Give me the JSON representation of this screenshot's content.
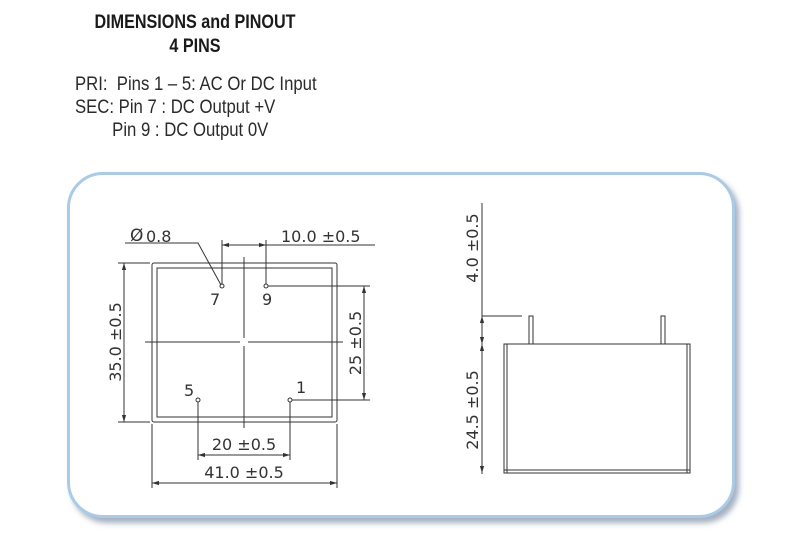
{
  "header": {
    "title_line1": "DIMENSIONS and PINOUT",
    "title_line2": "4 PINS"
  },
  "pinout": [
    "PRI:  Pins 1 – 5: AC Or DC Input",
    "SEC: Pin 7 : DC Output +V",
    "        Pin 9 : DC Output 0V"
  ],
  "top_view": {
    "diameter_symbol": "Ø",
    "diameter": "0.8",
    "pin_spacing_top": "10.0 ±0.5",
    "pin_spacing_vertical": "25 ±0.5",
    "height": "35.0 ±0.5",
    "pin_spacing_bottom": "20 ±0.5",
    "width": "41.0 ±0.5",
    "pins": [
      "7",
      "9",
      "5",
      "1"
    ]
  },
  "side_view": {
    "pin_length": "4.0 ±0.5",
    "body_height": "24.5 ±0.5"
  }
}
